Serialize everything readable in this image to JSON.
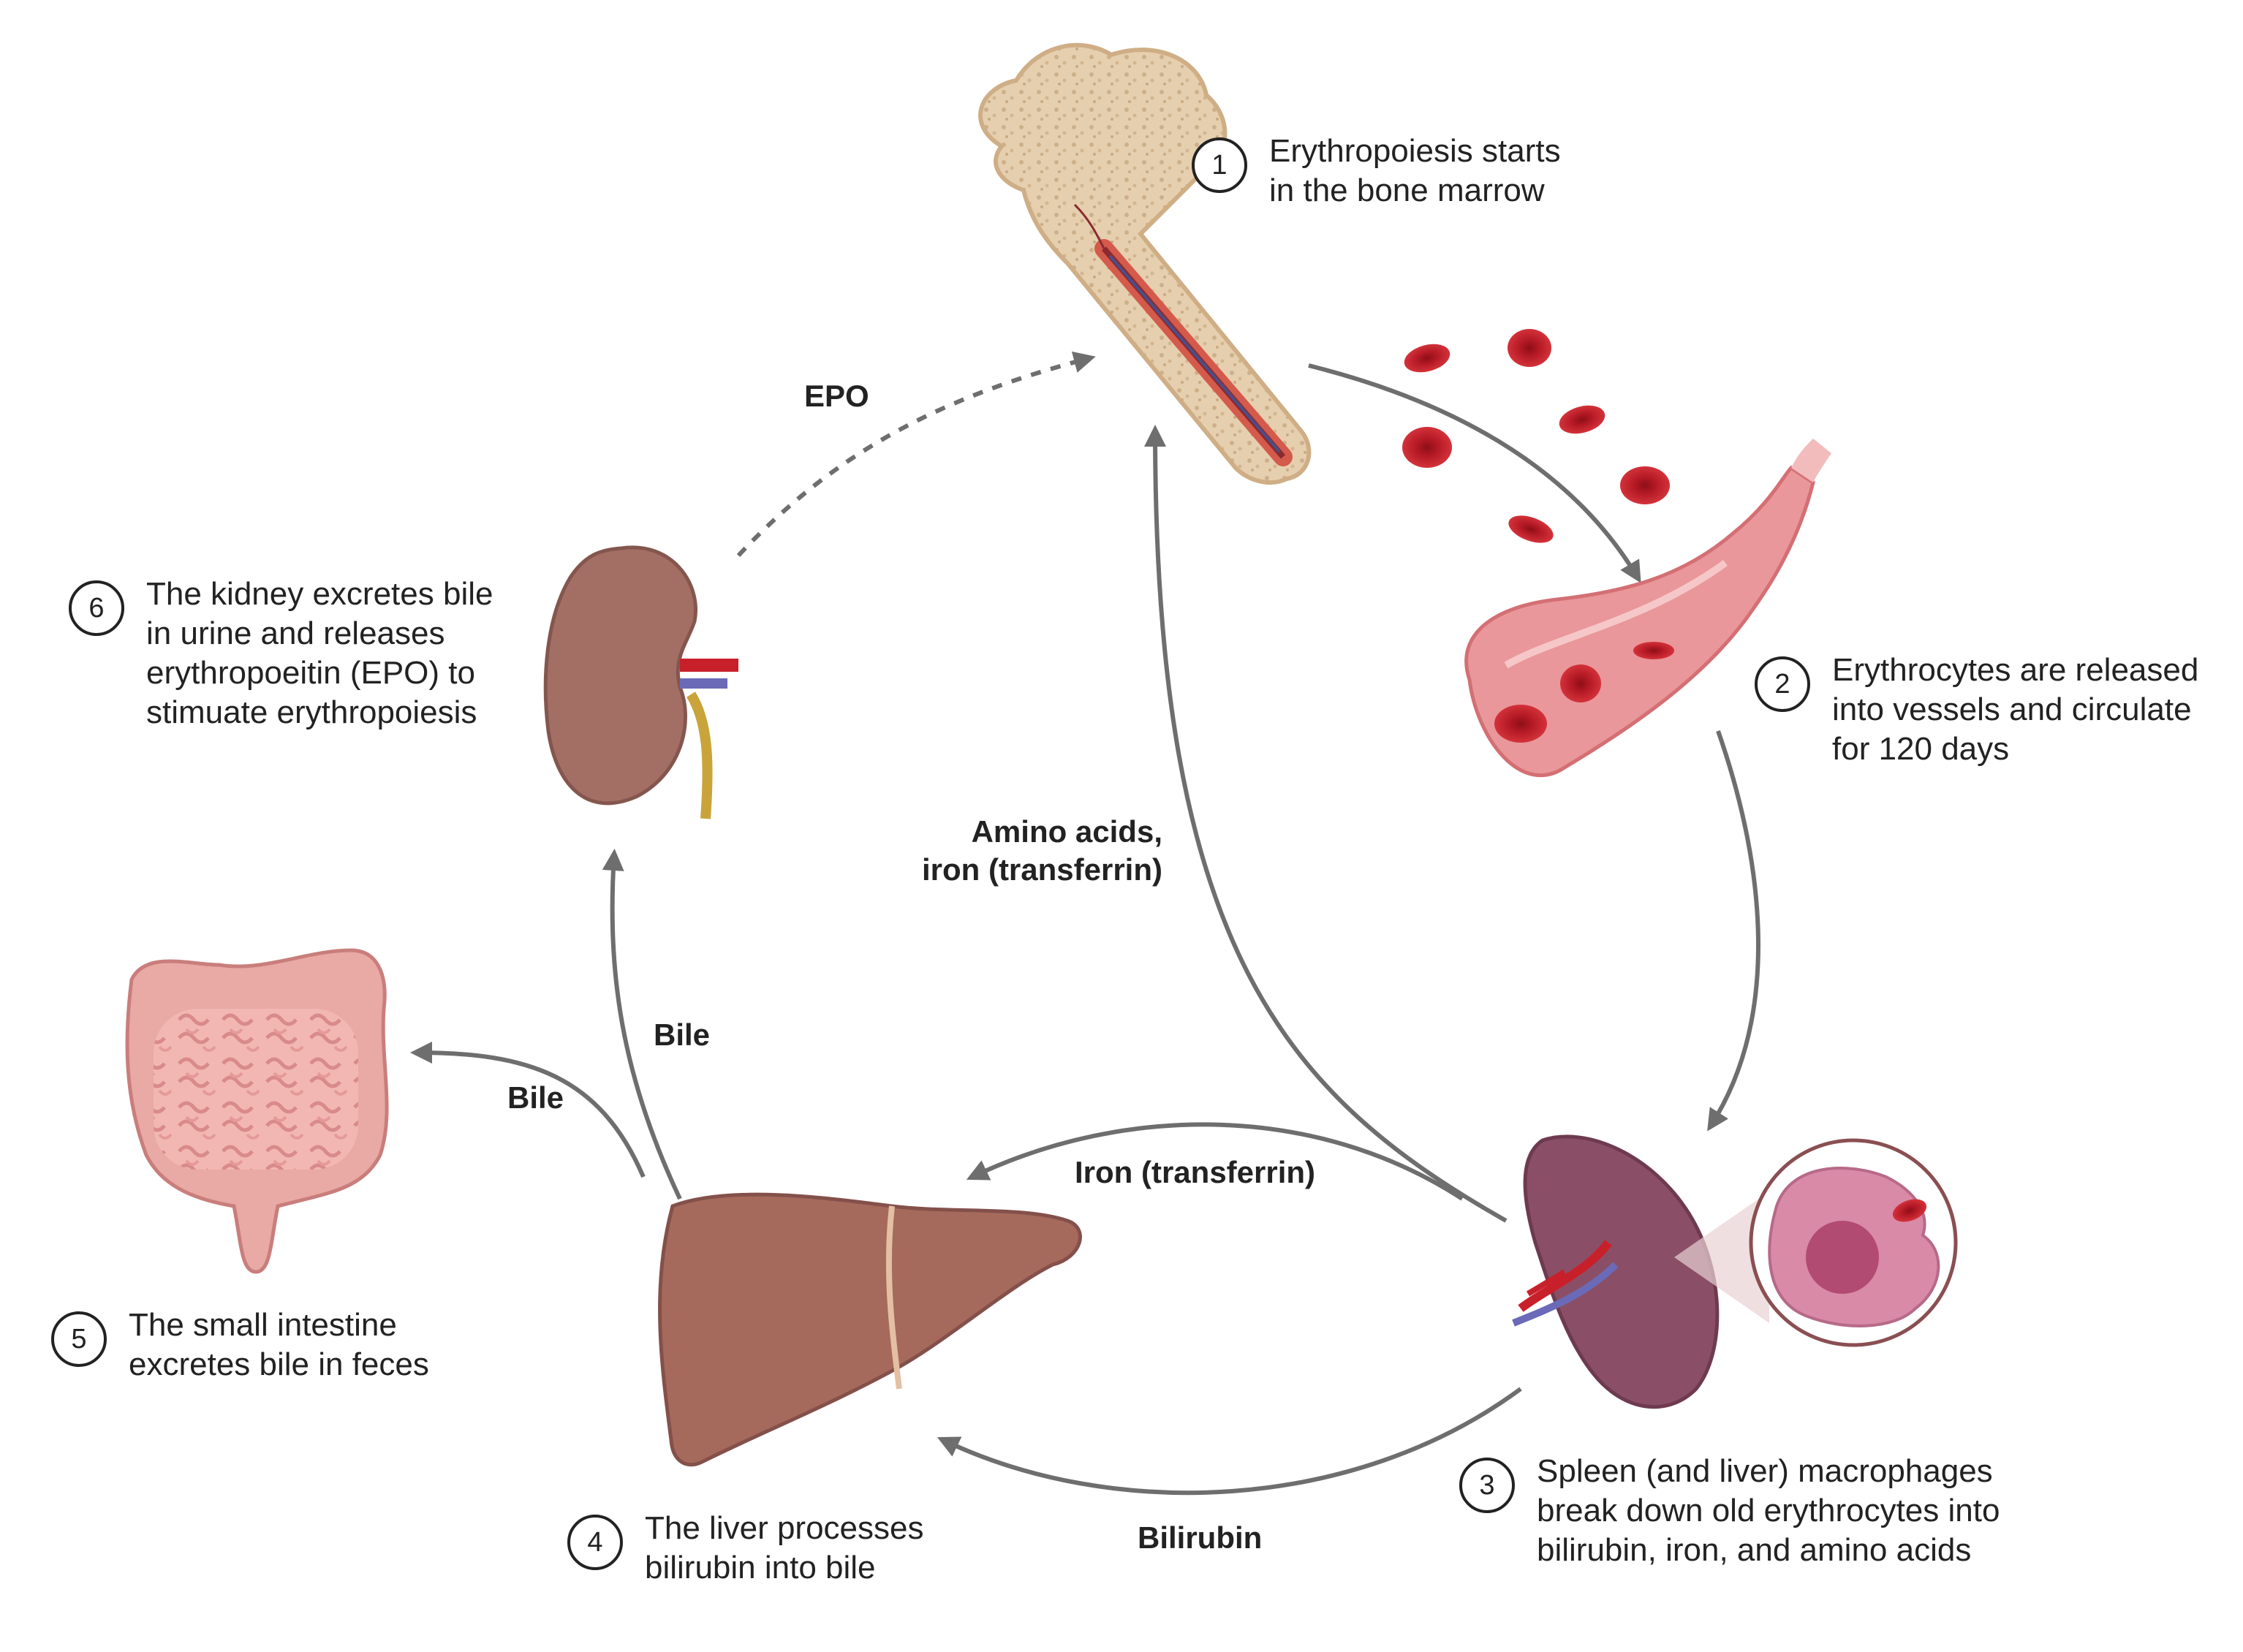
{
  "steps": [
    {
      "number": "1",
      "text": "Erythropoiesis starts\nin the bone marrow"
    },
    {
      "number": "2",
      "text": "Erythrocytes are released\ninto vessels and circulate\nfor 120 days"
    },
    {
      "number": "3",
      "text": "Spleen (and liver) macrophages\nbreak down old erythrocytes into\nbilirubin, iron, and amino acids"
    },
    {
      "number": "4",
      "text": "The liver processes\nbilirubin into bile"
    },
    {
      "number": "5",
      "text": "The small intestine\nexcretes bile in feces"
    },
    {
      "number": "6",
      "text": "The kidney excretes bile\nin urine and releases\nerythropoeitin (EPO) to\nstimuate erythropoiesis"
    }
  ],
  "flows": {
    "epo": "EPO",
    "amino_iron": "Amino acids,\niron (transferrin)",
    "iron": "Iron (transferrin)",
    "bilirubin": "Bilirubin",
    "bile_kidney": "Bile",
    "bile_intestine": "Bile"
  },
  "icons": {
    "bone": "femur-bone-marrow-icon",
    "vessel": "blood-vessel-icon",
    "spleen": "spleen-icon",
    "macrophage": "macrophage-icon",
    "liver": "liver-icon",
    "intestine": "intestine-icon",
    "kidney": "kidney-icon"
  },
  "colors": {
    "arrow": "#6e6e6e",
    "blood": "#c8202b",
    "bone": "#e9d3b3",
    "liver": "#a56a5c",
    "spleen": "#8a4f66",
    "kidney": "#a36f64",
    "intestine": "#eca4a4"
  }
}
